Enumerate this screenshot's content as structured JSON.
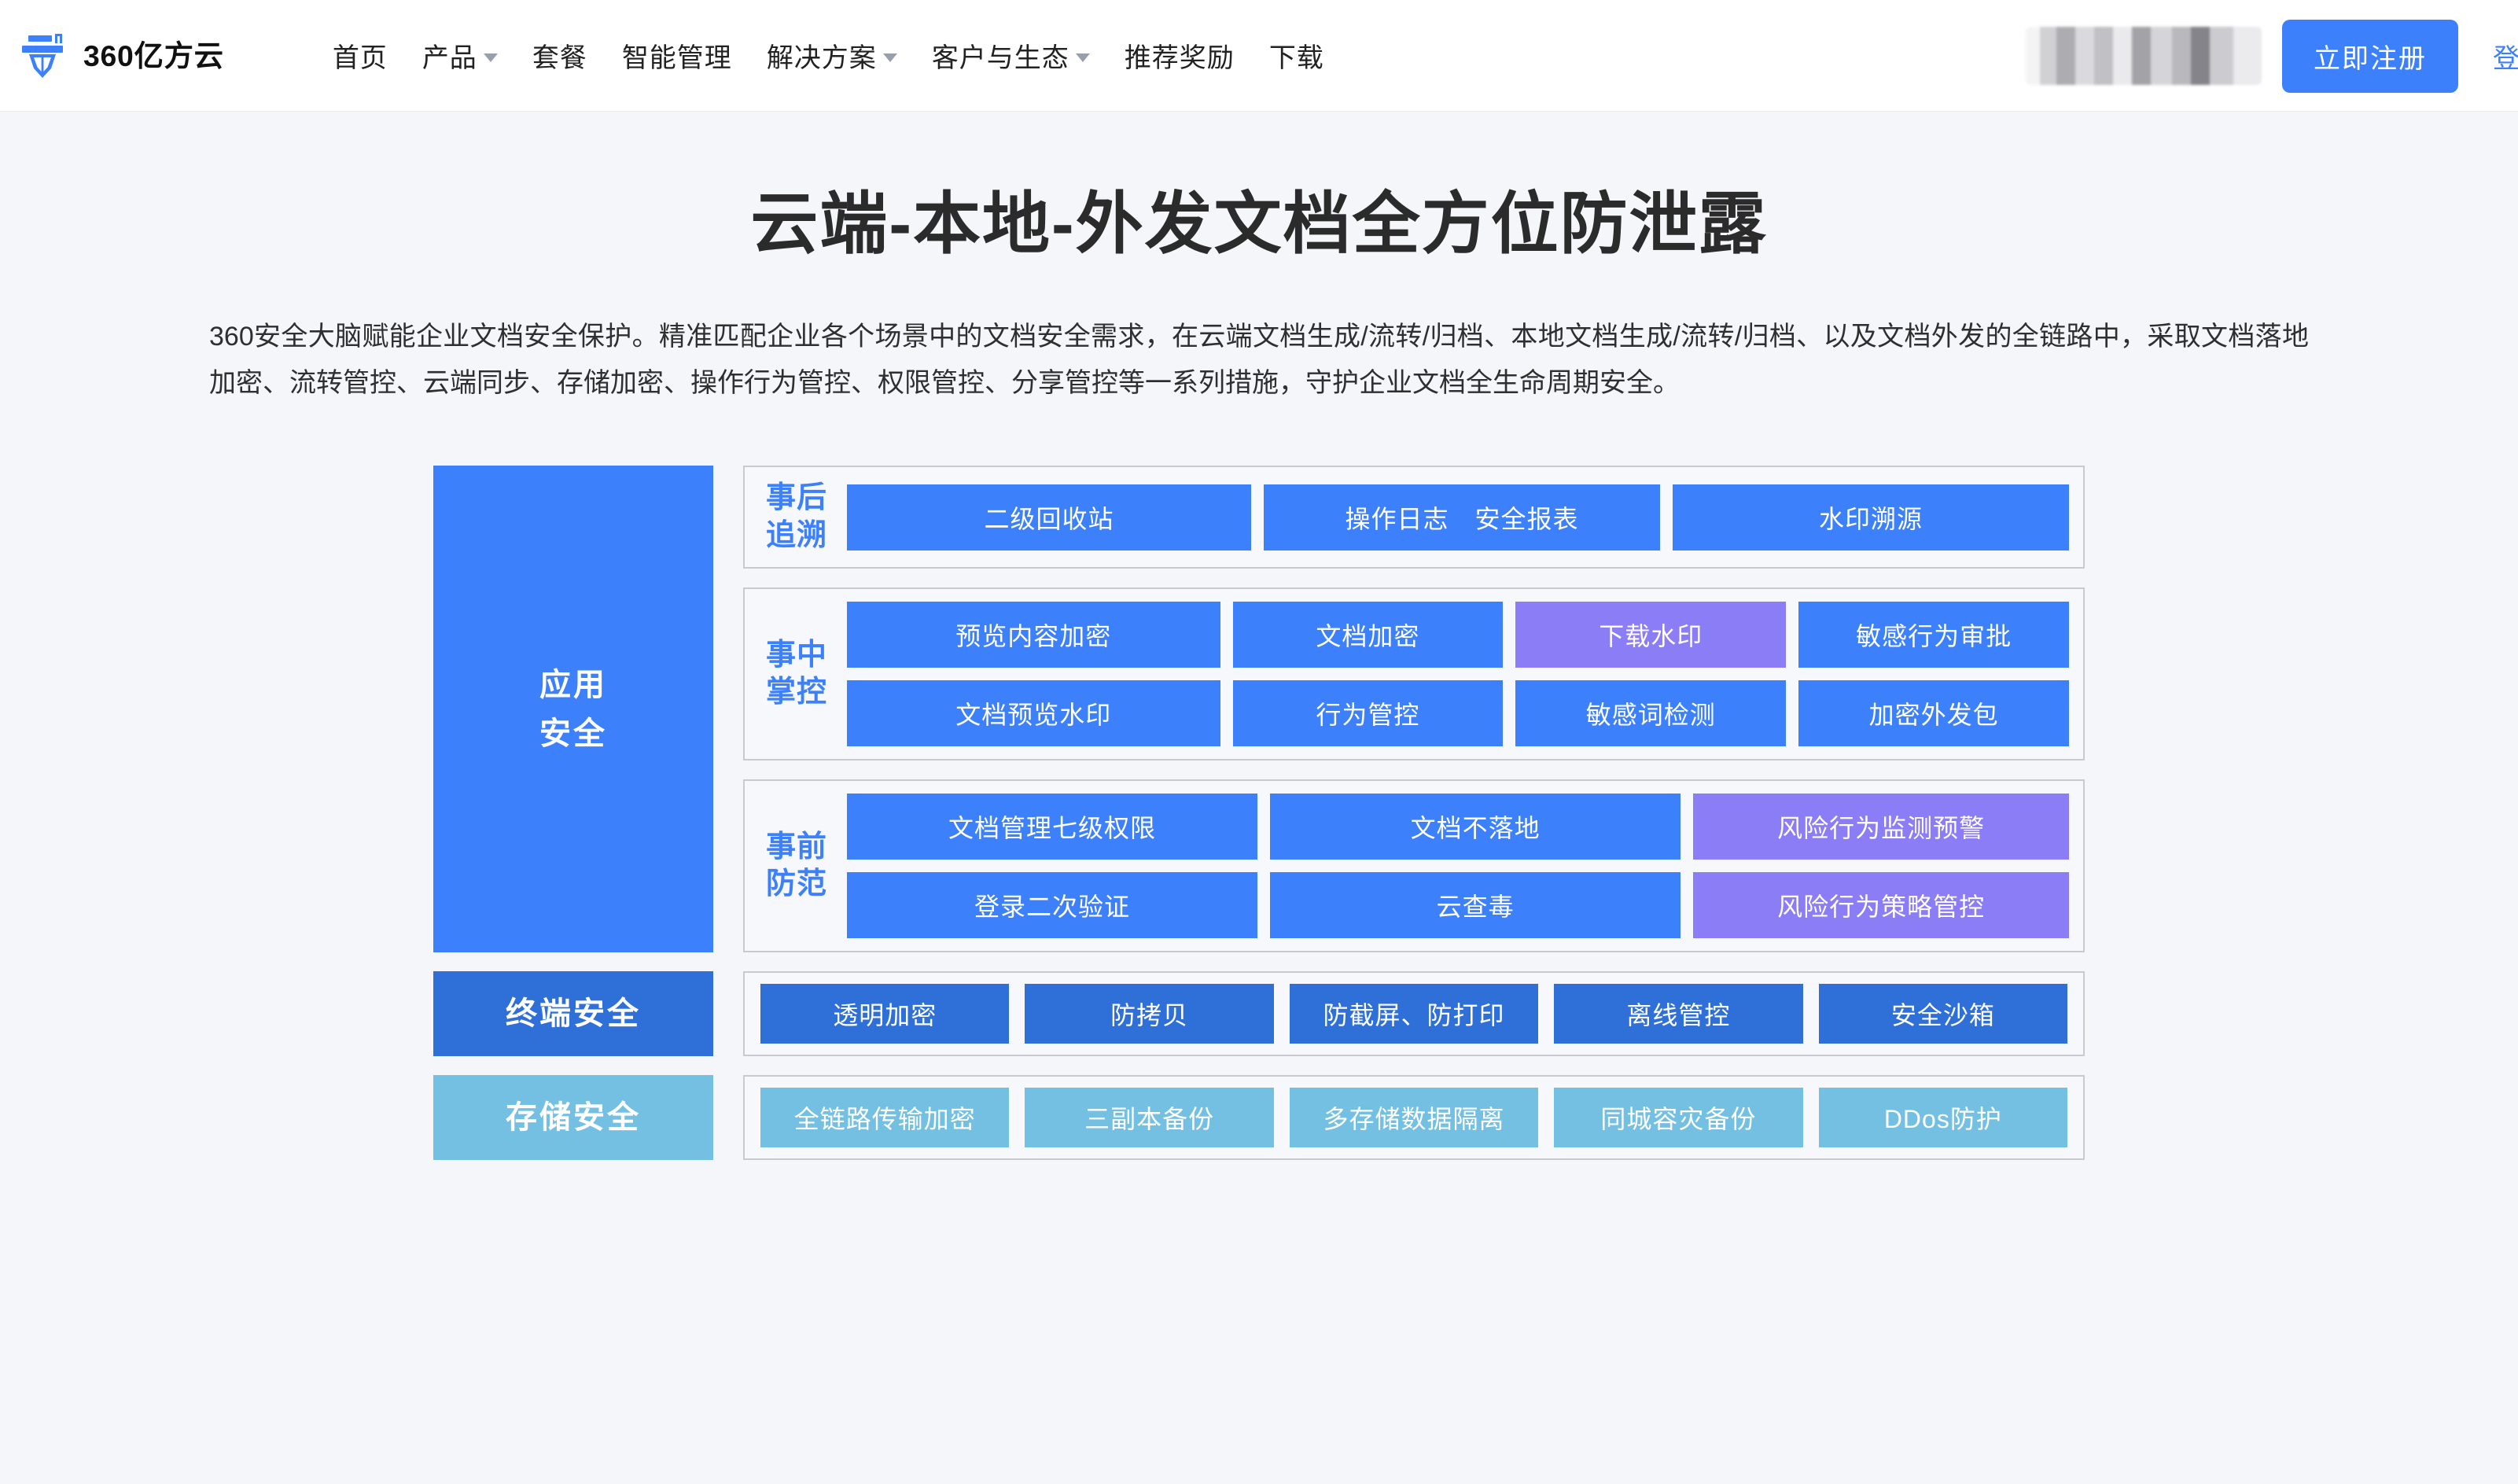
{
  "header": {
    "logo": {
      "icon_name": "360-yifangyun-shield-logo",
      "wordmark": "360亿方云"
    },
    "nav": [
      {
        "label": "首页",
        "has_dropdown": false
      },
      {
        "label": "产品",
        "has_dropdown": true
      },
      {
        "label": "套餐",
        "has_dropdown": false
      },
      {
        "label": "智能管理",
        "has_dropdown": false
      },
      {
        "label": "解决方案",
        "has_dropdown": true
      },
      {
        "label": "客户与生态",
        "has_dropdown": true
      },
      {
        "label": "推荐奖励",
        "has_dropdown": false
      },
      {
        "label": "下载",
        "has_dropdown": false
      }
    ],
    "blurred_region_label": "",
    "register_label": "立即注册",
    "login_label": "登录",
    "accent_color": "#3d80fb"
  },
  "hero": {
    "title": "云端-本地-外发文档全方位防泄露",
    "description": "360安全大脑赋能企业文档安全保护。精准匹配企业各个场景中的文档安全需求，在云端文档生成/流转/归档、本地文档生成/流转/归档、以及文档外发的全链路中，采取文档落地加密、流转管控、云端同步、存储加密、操作行为管控、权限管控、分享管控等一系列措施，守护企业文档全生命周期安全。"
  },
  "diagram": {
    "colors": {
      "primary_blue": "#3d80fb",
      "purple": "#8b7df5",
      "dark_blue": "#2f6fd8",
      "light_blue": "#74c0e3",
      "box_border": "#c7cad0",
      "box_bg": "#f7f8fb",
      "page_bg": "#f4f6fa"
    },
    "application_security": {
      "label": "应用\n安全",
      "label_line1": "应用",
      "label_line2": "安全",
      "groups": [
        {
          "label_line1": "事后",
          "label_line2": "追溯",
          "rows": [
            [
              {
                "label": "二级回收站",
                "color": "primary_blue"
              },
              {
                "label": "操作日志　安全报表",
                "color": "primary_blue"
              },
              {
                "label": "水印溯源",
                "color": "primary_blue"
              }
            ]
          ]
        },
        {
          "label_line1": "事中",
          "label_line2": "掌控",
          "rows": [
            [
              {
                "label": "预览内容加密",
                "color": "primary_blue"
              },
              {
                "label": "文档加密",
                "color": "primary_blue"
              },
              {
                "label": "下载水印",
                "color": "purple"
              },
              {
                "label": "敏感行为审批",
                "color": "primary_blue"
              }
            ],
            [
              {
                "label": "文档预览水印",
                "color": "primary_blue"
              },
              {
                "label": "行为管控",
                "color": "primary_blue"
              },
              {
                "label": "敏感词检测",
                "color": "primary_blue"
              },
              {
                "label": "加密外发包",
                "color": "primary_blue"
              }
            ]
          ]
        },
        {
          "label_line1": "事前",
          "label_line2": "防范",
          "rows": [
            [
              {
                "label": "文档管理七级权限",
                "color": "primary_blue"
              },
              {
                "label": "文档不落地",
                "color": "primary_blue"
              },
              {
                "label": "风险行为监测预警",
                "color": "purple"
              }
            ],
            [
              {
                "label": "登录二次验证",
                "color": "primary_blue"
              },
              {
                "label": "云查毒",
                "color": "primary_blue"
              },
              {
                "label": "风险行为策略管控",
                "color": "purple"
              }
            ]
          ]
        }
      ]
    },
    "terminal_security": {
      "label": "终端安全",
      "items": [
        {
          "label": "透明加密"
        },
        {
          "label": "防拷贝"
        },
        {
          "label": "防截屏、防打印"
        },
        {
          "label": "离线管控"
        },
        {
          "label": "安全沙箱"
        }
      ]
    },
    "storage_security": {
      "label": "存储安全",
      "items": [
        {
          "label": "全链路传输加密"
        },
        {
          "label": "三副本备份"
        },
        {
          "label": "多存储数据隔离"
        },
        {
          "label": "同城容灾备份"
        },
        {
          "label": "DDos防护"
        }
      ]
    }
  }
}
